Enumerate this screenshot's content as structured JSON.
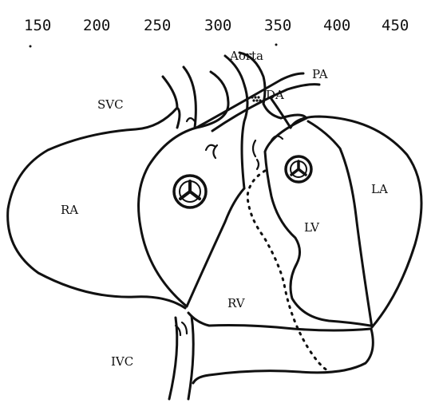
{
  "scale": {
    "ticks": [
      "150",
      "200",
      "250",
      "300",
      "350",
      "400",
      "450"
    ]
  },
  "labels": {
    "aorta": "Aorta",
    "pa": "PA",
    "da": "DA",
    "svc": "SVC",
    "ra": "RA",
    "la": "LA",
    "lv": "LV",
    "rv": "RV",
    "ivc": "IVC"
  }
}
